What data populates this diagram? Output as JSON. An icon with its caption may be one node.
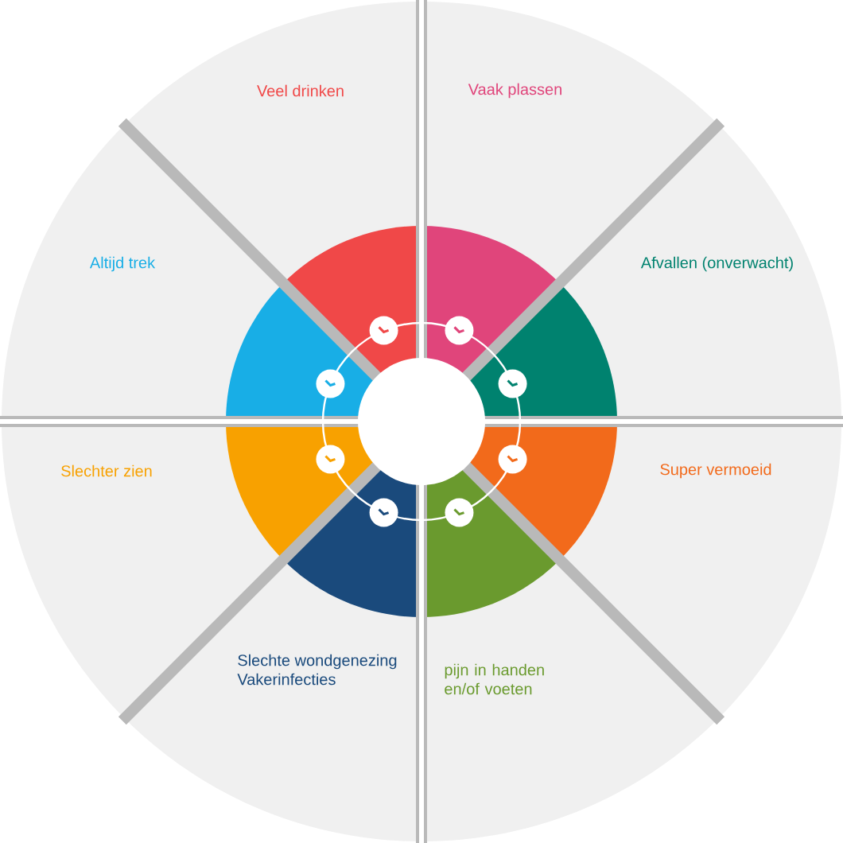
{
  "diagram": {
    "nodes": [
      {
        "text": [
          "Veel drinken"
        ]
      },
      {
        "text": [
          "Vaak plassen"
        ]
      },
      {
        "text": [
          "Afvallen (onverwacht)"
        ]
      },
      {
        "text": [
          "Super vermoeid"
        ]
      },
      {
        "text": [
          "pijn in handen en/of voeten"
        ]
      },
      {
        "text": [
          "Slechte wondgenezing",
          "Vakerinfecties"
        ]
      },
      {
        "text": [
          "Slechter zien"
        ]
      },
      {
        "text": [
          "Altijd trek"
        ]
      }
    ]
  }
}
